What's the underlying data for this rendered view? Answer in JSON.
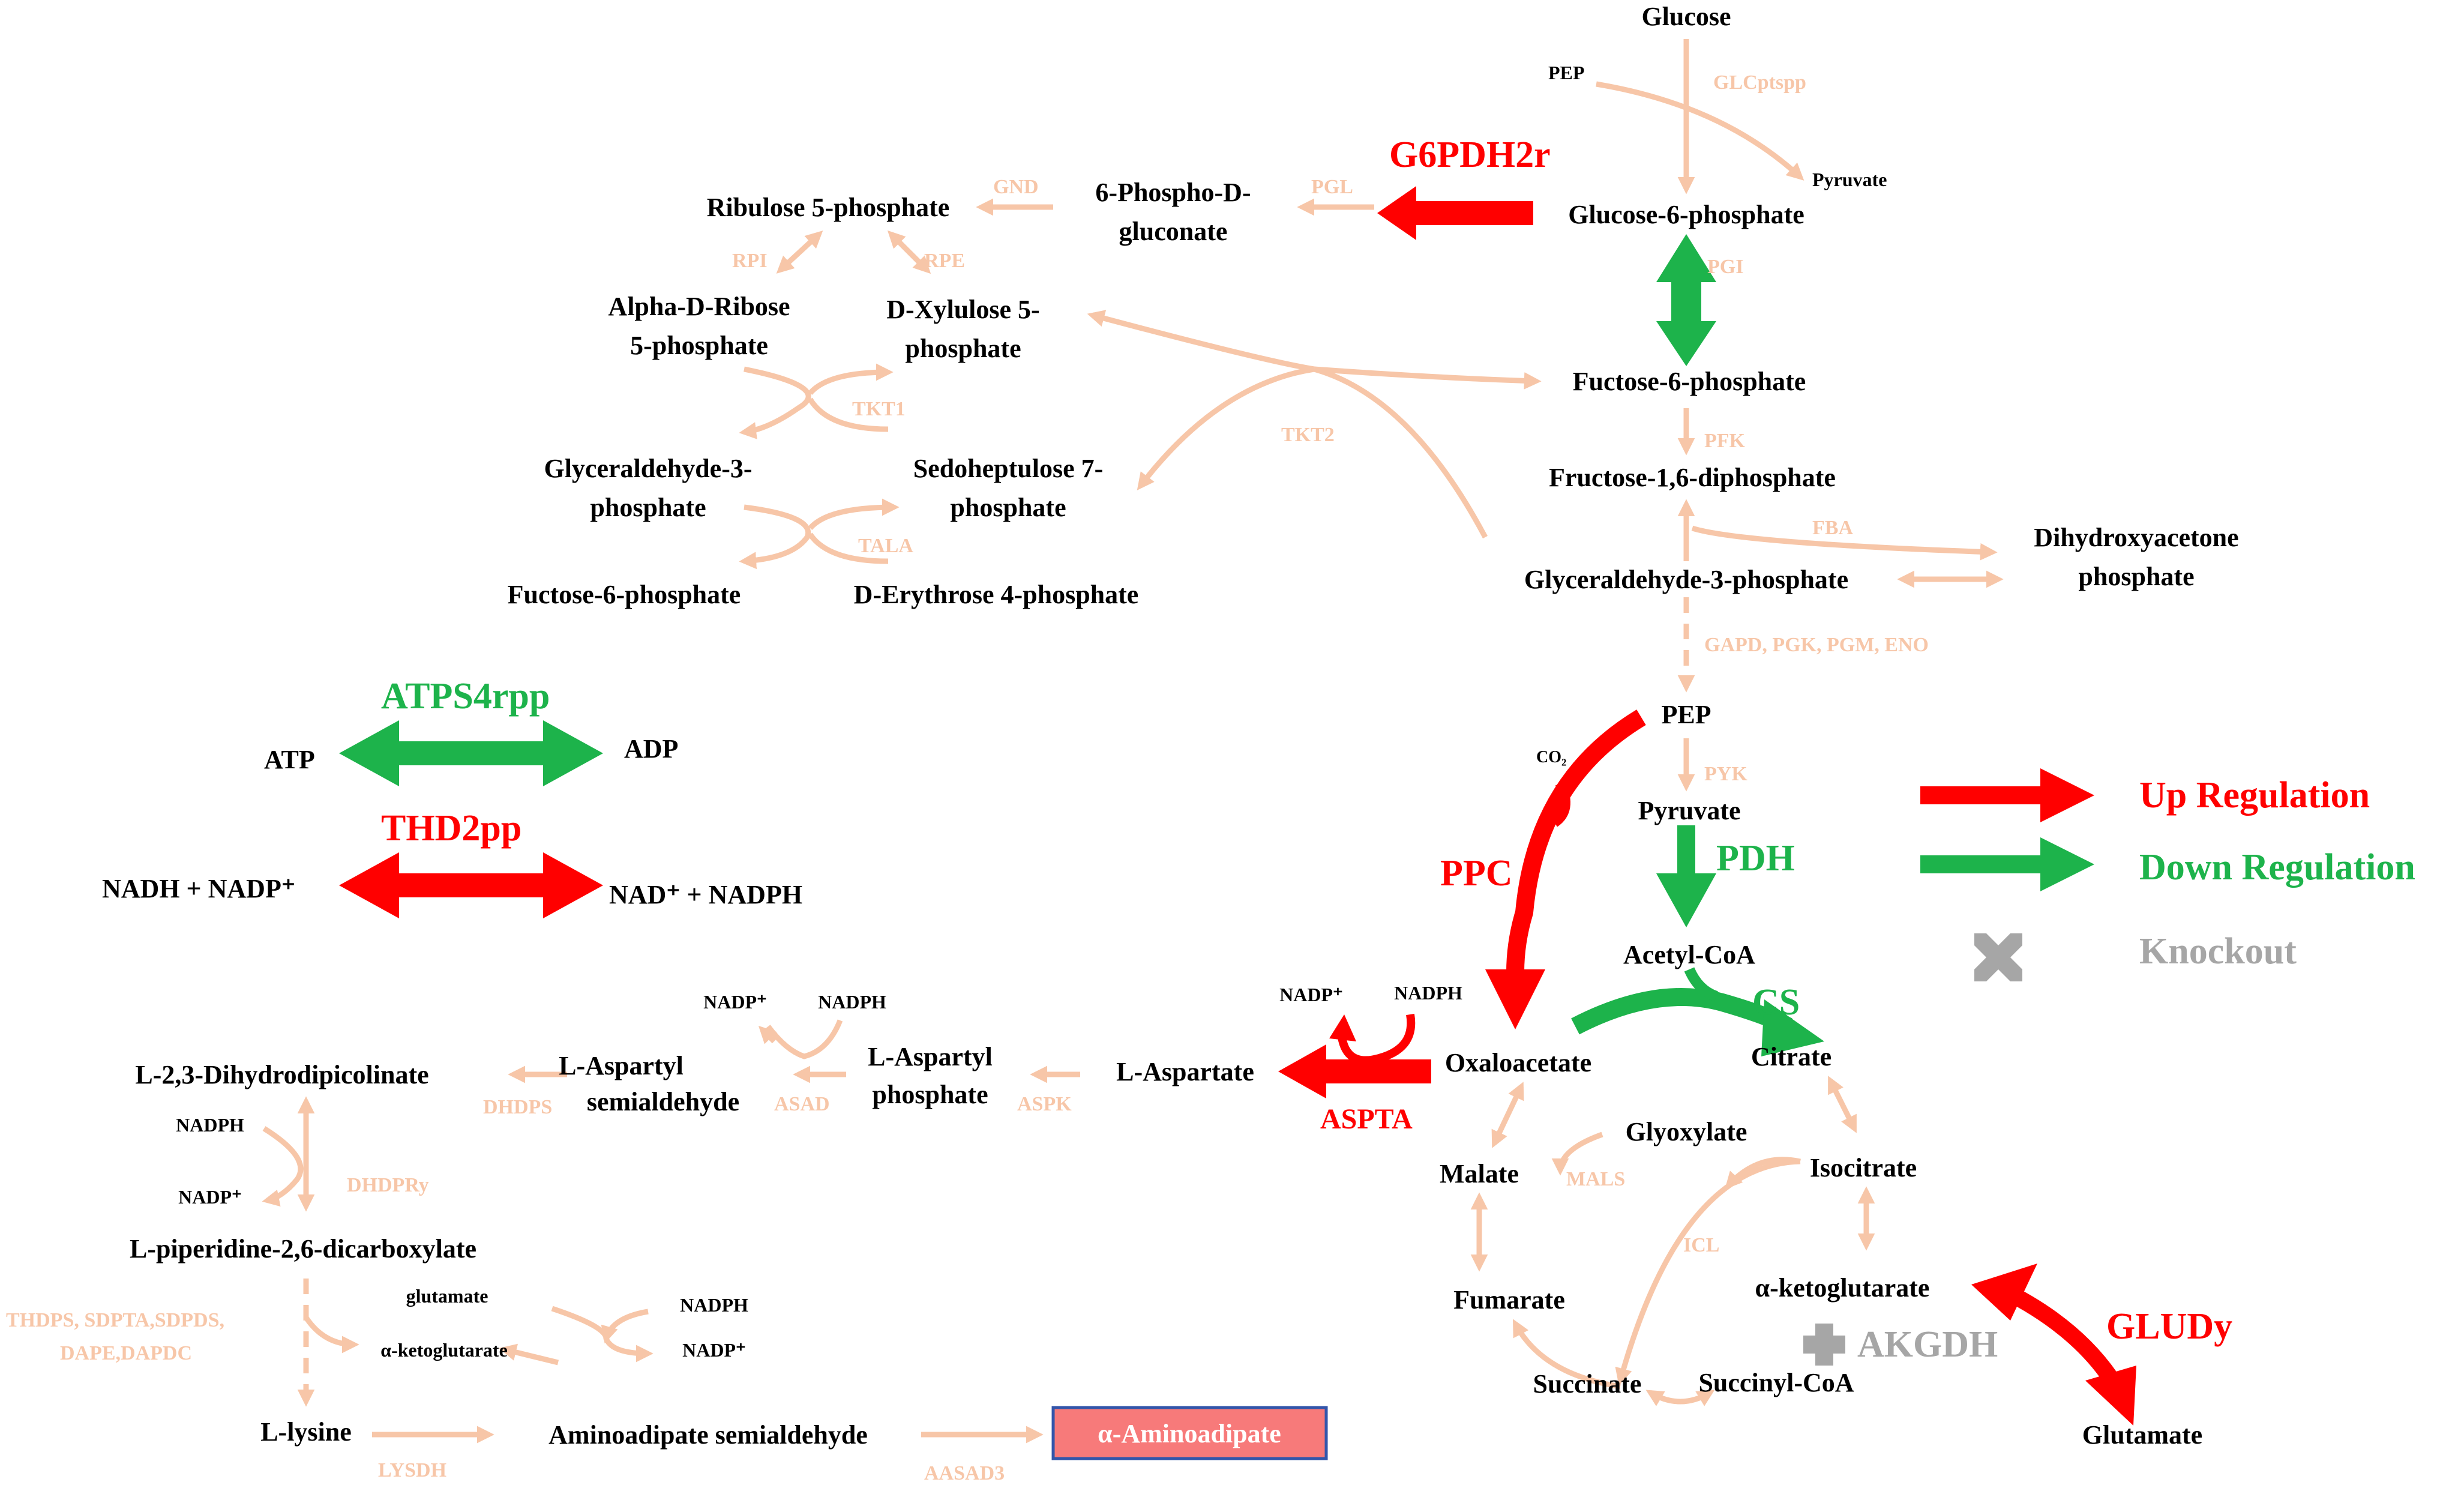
{
  "colors": {
    "up": "#ff0000",
    "down": "#1db34b",
    "knockout": "#a6a6a6",
    "flux": "#f7c6a8",
    "product_box": "#f77a7a",
    "product_border": "#3355aa"
  },
  "metabolites": {
    "glucose": "Glucose",
    "pep_top": "PEP",
    "pyruvate_top": "Pyruvate",
    "g6p": "Glucose-6-phosphate",
    "pgd": "6-Phospho-D-",
    "pgd2": "gluconate",
    "ru5p": "Ribulose 5-phosphate",
    "r5p": "Alpha-D-Ribose",
    "r5p2": "5-phosphate",
    "xu5p": "D-Xylulose 5-",
    "xu5p2": "phosphate",
    "f6p": "Fuctose-6-phosphate",
    "gap_left": "Glyceraldehyde-3-",
    "gap_left2": "phosphate",
    "s7p": "Sedoheptulose 7-",
    "s7p2": "phosphate",
    "f6p_left": "Fuctose-6-phosphate",
    "e4p": "D-Erythrose 4-phosphate",
    "fdp": "Fructose-1,6-diphosphate",
    "gap": "Glyceraldehyde-3-phosphate",
    "dhap": "Dihydroxyacetone",
    "dhap2": "phosphate",
    "atp": "ATP",
    "adp": "ADP",
    "nadh_left": "NADH + NADP⁺",
    "nad_right": "NAD⁺ + NADPH",
    "pep": "PEP",
    "co2": "CO₂",
    "pyruvate": "Pyruvate",
    "accoa": "Acetyl-CoA",
    "oaa": "Oxaloacetate",
    "citrate": "Citrate",
    "glyoxylate": "Glyoxylate",
    "malate": "Malate",
    "isocitrate": "Isocitrate",
    "akg": "α-ketoglutarate",
    "fumarate": "Fumarate",
    "succinate": "Succinate",
    "succoa": "Succinyl-CoA",
    "glutamate": "Glutamate",
    "asp": "L-Aspartate",
    "nadp_asp": "NADP⁺",
    "nadph_asp": "NADPH",
    "asp_p": "L-Aspartyl",
    "asp_p2": "phosphate",
    "asp_sa": "L-Aspartyl",
    "asp_sa2": "semialdehyde",
    "nadp_asad": "NADP⁺",
    "nadph_asad": "NADPH",
    "dhdp": "L-2,3-Dihydrodipicolinate",
    "nadph_dhdpr": "NADPH",
    "nadp_dhdpr": "NADP⁺",
    "pip": "L-piperidine-2,6-dicarboxylate",
    "glutamate_sm": "glutamate",
    "akg_sm": "α-ketoglutarate",
    "nadph_r": "NADPH",
    "nadp_r": "NADP⁺",
    "lysine": "L-lysine",
    "aasa": "Aminoadipate semialdehyde",
    "aminoadipate": "α-Aminoadipate"
  },
  "enzymes": {
    "glcptspp": "GLCptspp",
    "g6pdh2r": "G6PDH2r",
    "pgl": "PGL",
    "gnd": "GND",
    "pgi": "PGI",
    "rpi": "RPI",
    "rpe": "RPE",
    "tkt1": "TKT1",
    "tkt2": "TKT2",
    "tala": "TALA",
    "pfk": "PFK",
    "fba": "FBA",
    "gapd": "GAPD, PGK, PGM, ENO",
    "atps4rpp": "ATPS4rpp",
    "thd2pp": "THD2pp",
    "pyk": "PYK",
    "ppc": "PPC",
    "pdh": "PDH",
    "cs": "CS",
    "aspta": "ASPTA",
    "aspk": "ASPK",
    "asad": "ASAD",
    "dhdps": "DHDPS",
    "dhdpry": "DHDPRy",
    "mals": "MALS",
    "icl": "ICL",
    "akgdh": "AKGDH",
    "gludy": "GLUDy",
    "lys_path": "THDPS, SDPTA,SDPDS,",
    "lys_path2": "DAPE,DAPDC",
    "lysdh": "LYSDH",
    "aasad3": "AASAD3"
  },
  "legend": {
    "up": "Up Regulation",
    "down": "Down Regulation",
    "knockout": "Knockout"
  }
}
